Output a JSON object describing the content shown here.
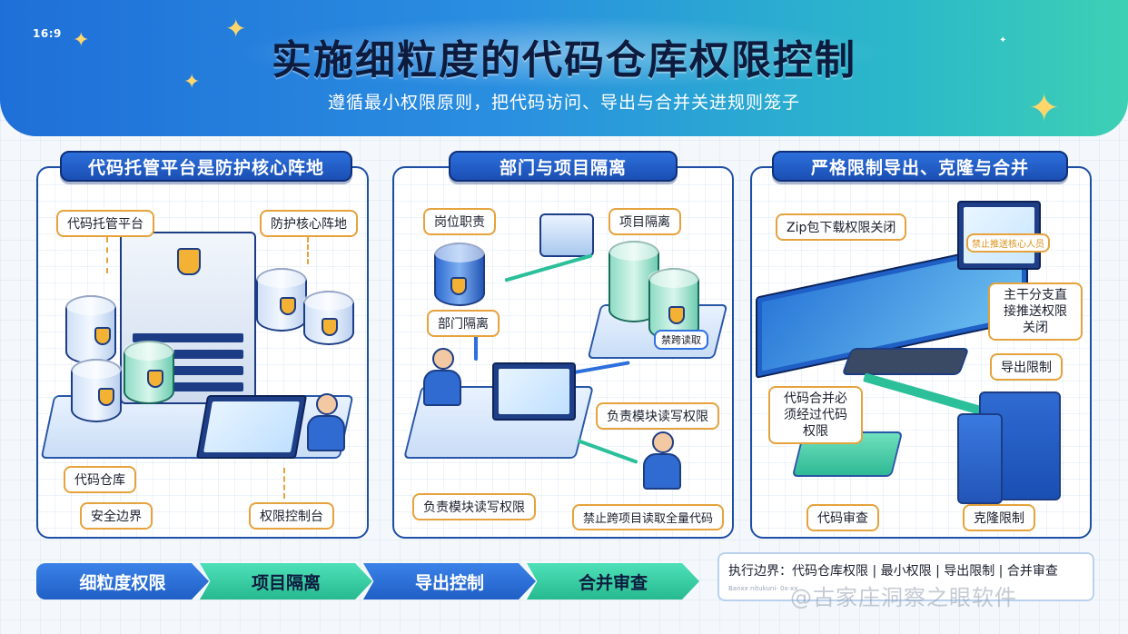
{
  "header": {
    "ratio": "16:9",
    "title": "实施细粒度的代码仓库权限控制",
    "subtitle": "遵循最小权限原则，把代码访问、导出与合并关进规则笼子"
  },
  "panels": [
    {
      "heading": "代码托管平台是防护核心阵地",
      "tags": [
        "代码托管平台",
        "防护核心阵地",
        "代码仓库",
        "安全边界",
        "权限控制台"
      ]
    },
    {
      "heading": "部门与项目隔离",
      "tags": [
        "岗位职责",
        "项目隔离",
        "部门隔离",
        "负责模块读写权限",
        "负责模块读写权限",
        "禁止跨项目读取全量代码"
      ],
      "drum_label": "禁跨读取"
    },
    {
      "heading": "严格限制导出、克隆与合并",
      "tags": [
        "Zip包下载权限关闭",
        "主干分支直接推送权限关闭",
        "导出限制",
        "代码合并必须经过代码权限",
        "代码审查",
        "克隆限制"
      ],
      "screen_label": "禁止推送核心人员"
    }
  ],
  "flow": [
    "细粒度权限",
    "项目隔离",
    "导出控制",
    "合并审查"
  ],
  "exec": {
    "text": "执行边界：代码仓库权限 | 最小权限 | 导出限制 | 合并审查",
    "tiny": "Banxx nitukuni- 0x-xx"
  },
  "watermark": "@古家庄洞察之眼软件",
  "colors": {
    "primary": "#1e4fa5",
    "accent_green": "#2bbf9a",
    "tag_border": "#e6a23c",
    "title": "#0d1b3e"
  }
}
